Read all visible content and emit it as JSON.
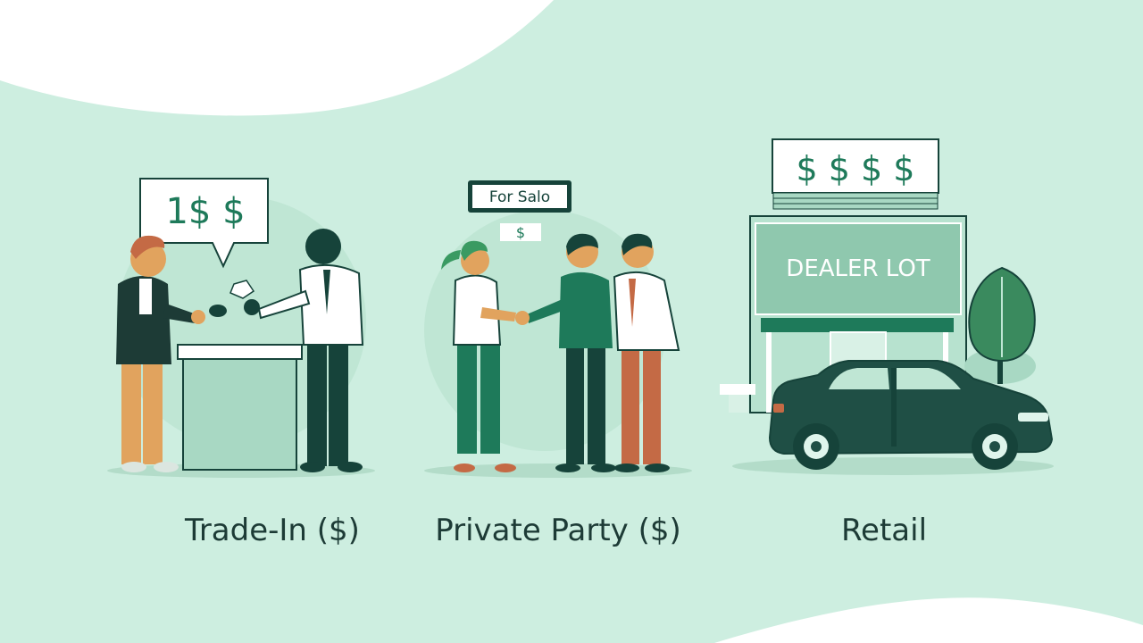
{
  "palette": {
    "background": "#cdeee0",
    "accent_green": "#1e7a5a",
    "dark_green": "#16433a",
    "tan": "#e1a35e",
    "rust": "#c46a45",
    "white": "#ffffff"
  },
  "trade_in": {
    "bubble_text": "1$ $",
    "caption": "Trade-In ($)"
  },
  "private_party": {
    "sign_text": "For Salo",
    "caption": "Private Party ($)"
  },
  "retail": {
    "sign_text": "$ $ $ $",
    "store_text": "DEALER LOT",
    "caption": "Retail"
  }
}
